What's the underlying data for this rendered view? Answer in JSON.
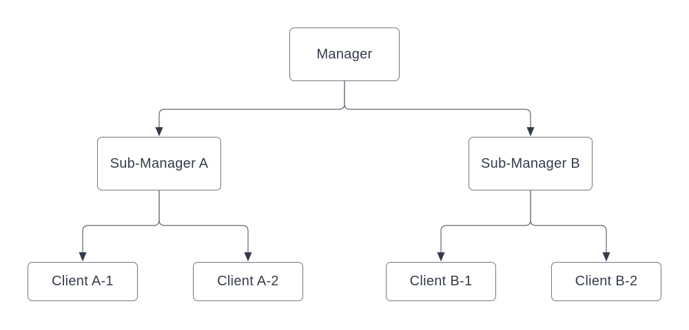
{
  "diagram": {
    "type": "org-chart",
    "background": "#ffffff",
    "nodes": [
      {
        "id": "manager",
        "label": "Manager"
      },
      {
        "id": "sub-manager-a",
        "label": "Sub-Manager A"
      },
      {
        "id": "sub-manager-b",
        "label": "Sub-Manager B"
      },
      {
        "id": "client-a1",
        "label": "Client A-1"
      },
      {
        "id": "client-a2",
        "label": "Client A-2"
      },
      {
        "id": "client-b1",
        "label": "Client B-1"
      },
      {
        "id": "client-b2",
        "label": "Client B-2"
      }
    ],
    "edges": [
      {
        "from": "Manager",
        "to": "Sub-Manager A"
      },
      {
        "from": "Manager",
        "to": "Sub-Manager B"
      },
      {
        "from": "Sub-Manager A",
        "to": "Client A-1"
      },
      {
        "from": "Sub-Manager A",
        "to": "Client A-2"
      },
      {
        "from": "Sub-Manager B",
        "to": "Client B-1"
      },
      {
        "from": "Sub-Manager B",
        "to": "Client B-2"
      }
    ],
    "colors": {
      "node_fill": "#ffffff",
      "node_border": "#6f747c",
      "connector": "#5c6470",
      "arrowhead": "#333b4a",
      "text": "#333b4a"
    }
  }
}
